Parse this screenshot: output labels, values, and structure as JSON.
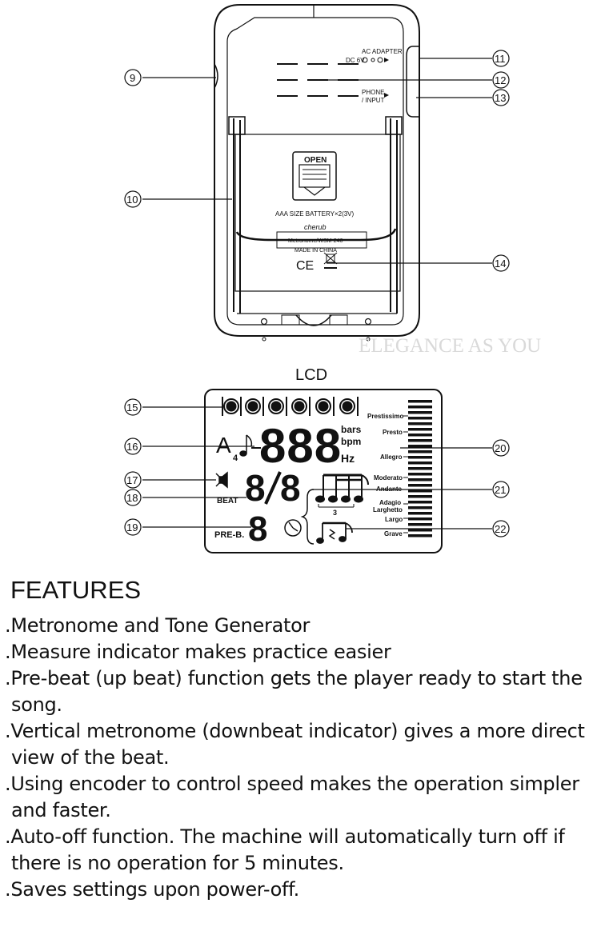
{
  "callouts": {
    "c9": "9",
    "c10": "10",
    "c11": "11",
    "c12": "12",
    "c13": "13",
    "c14": "14",
    "c15": "15",
    "c16": "16",
    "c17": "17",
    "c18": "18",
    "c19": "19",
    "c20": "20",
    "c21": "21",
    "c22": "22"
  },
  "device": {
    "ac_adapter_line1": "AC ADAPTER",
    "ac_adapter_line2": "DC 6V",
    "phone_line1": "PHONE",
    "phone_line2": "/ INPUT",
    "open": "OPEN",
    "battery": "AAA SIZE BATTERY×2(3V)",
    "brand": "cherub",
    "model": "Metronome/WSM-240",
    "made_in": "MADE IN CHINA",
    "ce_mark": "CE"
  },
  "watermark": "ELEGANCE AS YOU",
  "lcd": {
    "title": "LCD",
    "note_letter": "A",
    "note_sub": "4",
    "digits": "888",
    "unit_bars": "bars",
    "unit_bpm": "bpm",
    "unit_hz": "Hz",
    "beat_num": "8",
    "beat_den": "8",
    "beat_label": "BEAT",
    "pre_label": "PRE-B.",
    "pre_digit": "8",
    "triplet": "3",
    "tempos": [
      "Prestissimo",
      "Presto",
      "Allegro",
      "Moderato",
      "Andante",
      "Adagio",
      "Larghetto",
      "Largo",
      "Grave"
    ]
  },
  "features": {
    "heading": "FEATURES",
    "items": [
      ".Metronome and Tone Generator",
      ".Measure indicator makes practice easier",
      ".Pre-beat (up beat) function gets the player ready to start the song.",
      ".Vertical metronome (downbeat indicator) gives a more direct view of the beat.",
      ".Using encoder to control speed makes the operation simpler and faster.",
      ".Auto-off function. The machine will automatically turn off if there is no operation for 5 minutes.",
      ".Saves settings upon power-off."
    ]
  }
}
